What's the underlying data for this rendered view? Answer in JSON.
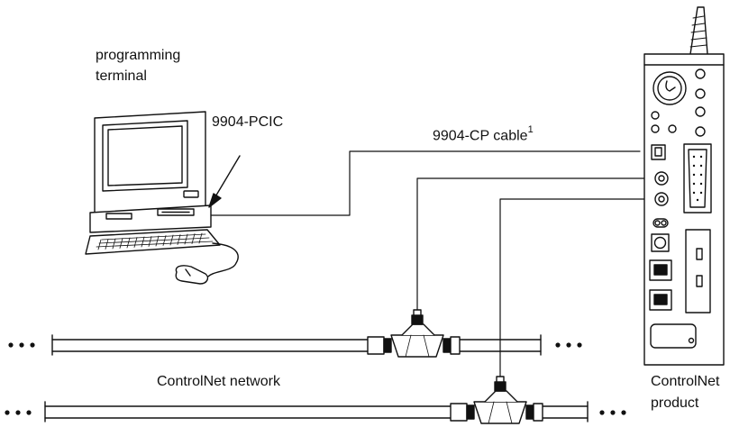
{
  "labels": {
    "terminal_line1": "programming",
    "terminal_line2": "terminal",
    "card": "9904-PCIC",
    "cable_main": "9904-CP cable",
    "cable_superscript": "1",
    "network": "ControlNet network",
    "product_line1": "ControlNet",
    "product_line2": "product"
  },
  "colors": {
    "line": "#111111",
    "background": "#ffffff"
  }
}
